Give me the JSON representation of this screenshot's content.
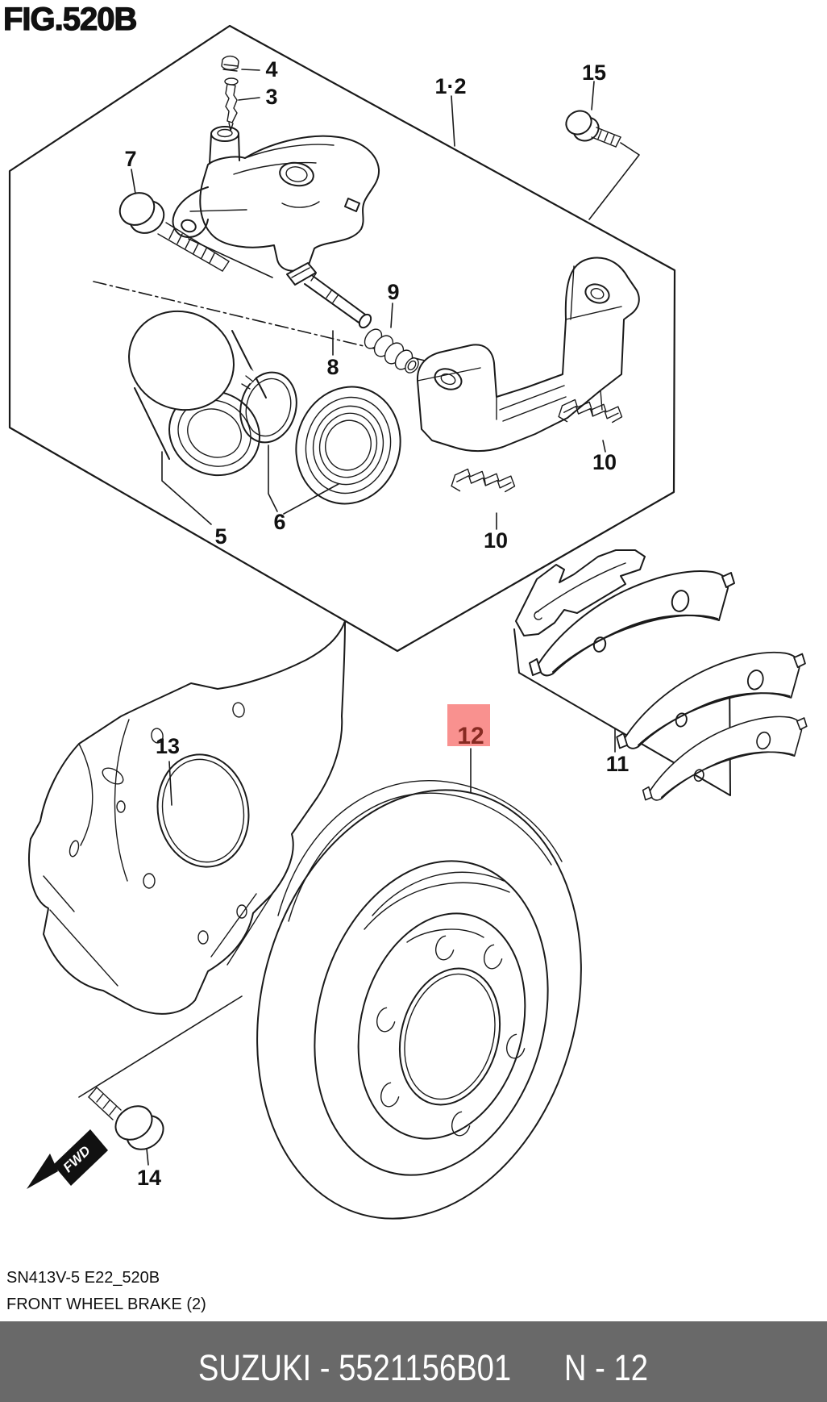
{
  "figure": {
    "title": "FIG.520B",
    "drawing_code": "SN413V-5 E22_520B",
    "caption": "FRONT WHEEL BRAKE (2)"
  },
  "highlight": {
    "selected_part": "12",
    "bg_color": "#f9918f",
    "text_color": "#872a22"
  },
  "fwd_marker": {
    "label": "FWD"
  },
  "bottom_bar": {
    "left_text": "SUZUKI - 5521156B01",
    "right_text": "N - 12",
    "bg_color": "#696969",
    "text_color": "#ffffff"
  },
  "part_labels": {
    "p1_2": "1·2",
    "p3": "3",
    "p4": "4",
    "p5": "5",
    "p6": "6",
    "p7": "7",
    "p8": "8",
    "p9": "9",
    "p10_upper": "10",
    "p10_lower": "10",
    "p11": "11",
    "p13": "13",
    "p14": "14",
    "p15": "15"
  },
  "line_color": "#1a1a1a"
}
